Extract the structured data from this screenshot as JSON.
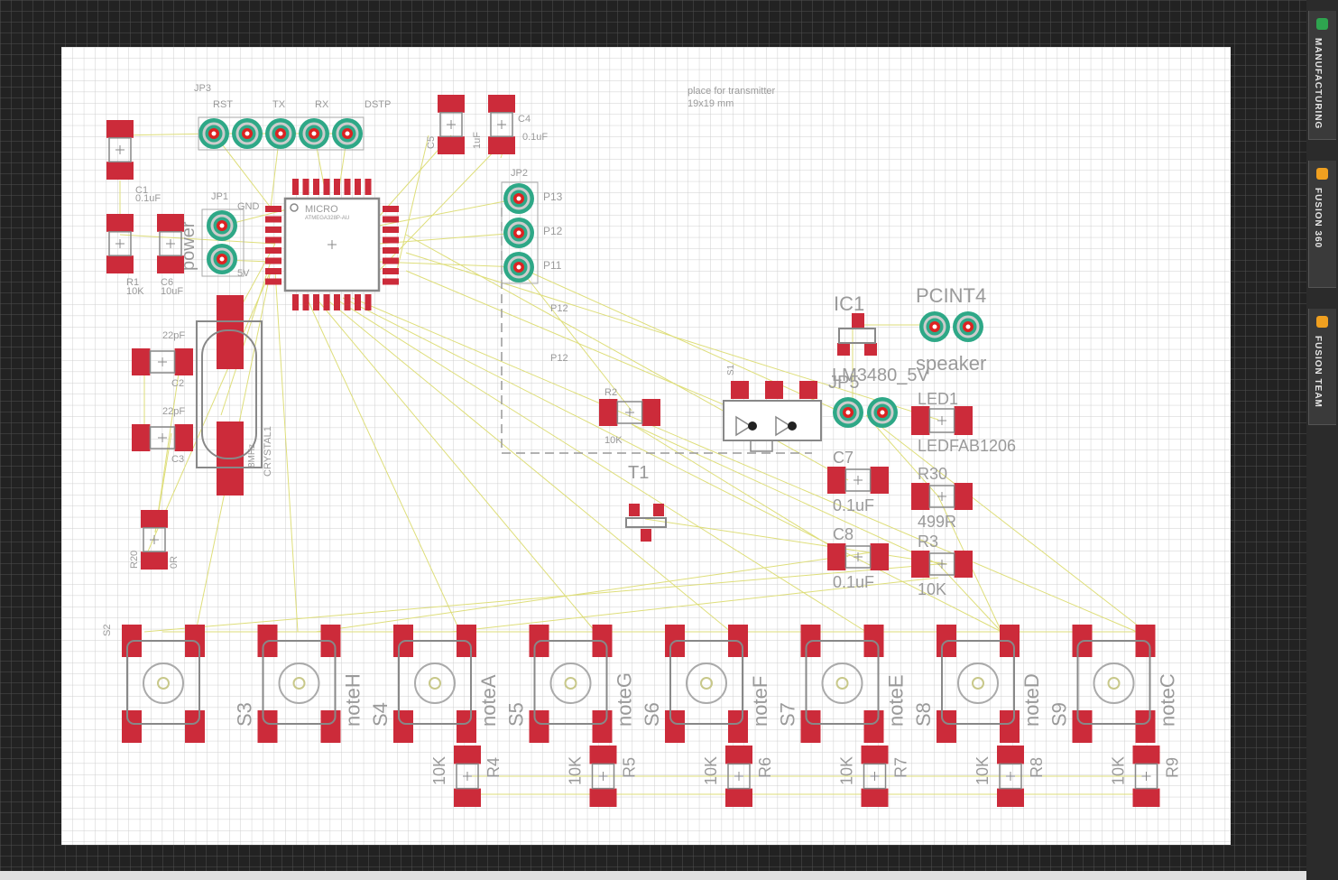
{
  "board": {
    "note_line1": "place for transmitter",
    "note_line2": "19x19 mm",
    "chip_name": "MICRO",
    "chip_part": "ATMEGA328P-AU",
    "power_label": "power",
    "crystal_label": "CRYSTAL1",
    "crystal_freq": "8MHz",
    "pcint_label": "PCINT4",
    "speaker_label": "speaker",
    "regulator_label": "LM3480_5V",
    "t1_label": "T1"
  },
  "silkscreen": [
    {
      "id": "jp3",
      "text": "JP3"
    },
    {
      "id": "rst",
      "text": "RST"
    },
    {
      "id": "tx",
      "text": "TX"
    },
    {
      "id": "rx",
      "text": "RX"
    },
    {
      "id": "dstp",
      "text": "DSTP"
    },
    {
      "id": "c4",
      "text": "C4"
    },
    {
      "id": "c4v",
      "text": "0.1uF"
    },
    {
      "id": "c5",
      "text": "C5"
    },
    {
      "id": "c5v",
      "text": "1uF"
    },
    {
      "id": "c1",
      "text": "C1"
    },
    {
      "id": "c1v",
      "text": "0.1uF"
    },
    {
      "id": "jp1",
      "text": "JP1"
    },
    {
      "id": "gnd",
      "text": "GND"
    },
    {
      "id": "5v",
      "text": "5V"
    },
    {
      "id": "r1",
      "text": "R1"
    },
    {
      "id": "r1v",
      "text": "10K"
    },
    {
      "id": "c6",
      "text": "C6"
    },
    {
      "id": "c6v",
      "text": "10uF"
    },
    {
      "id": "jp2",
      "text": "JP2"
    },
    {
      "id": "p13",
      "text": "P13"
    },
    {
      "id": "p12",
      "text": "P12"
    },
    {
      "id": "p11",
      "text": "P11"
    },
    {
      "id": "p12a",
      "text": "P12"
    },
    {
      "id": "p12b",
      "text": "P12"
    },
    {
      "id": "c2v",
      "text": "22pF"
    },
    {
      "id": "c2",
      "text": "C2"
    },
    {
      "id": "c3v",
      "text": "22pF"
    },
    {
      "id": "c3",
      "text": "C3"
    },
    {
      "id": "r20",
      "text": "R20"
    },
    {
      "id": "r20v",
      "text": "0R"
    },
    {
      "id": "r2",
      "text": "R2"
    },
    {
      "id": "r2v",
      "text": "10K"
    },
    {
      "id": "s1",
      "text": "S1"
    },
    {
      "id": "ic1",
      "text": "IC1"
    },
    {
      "id": "jp5",
      "text": "JP5"
    },
    {
      "id": "led1",
      "text": "LED1"
    },
    {
      "id": "ledfab",
      "text": "LEDFAB1206"
    },
    {
      "id": "c7",
      "text": "C7"
    },
    {
      "id": "c7v",
      "text": "0.1uF"
    },
    {
      "id": "r30",
      "text": "R30"
    },
    {
      "id": "r30v",
      "text": "499R"
    },
    {
      "id": "c8",
      "text": "C8"
    },
    {
      "id": "c8v",
      "text": "0.1uF"
    },
    {
      "id": "r3",
      "text": "R3"
    },
    {
      "id": "r3v",
      "text": "10K"
    },
    {
      "id": "s2",
      "text": "S2"
    }
  ],
  "switches": [
    {
      "ref": "",
      "note": ""
    },
    {
      "ref": "S3",
      "note": "noteH"
    },
    {
      "ref": "S4",
      "note": "noteA"
    },
    {
      "ref": "S5",
      "note": "noteG"
    },
    {
      "ref": "S6",
      "note": "noteF"
    },
    {
      "ref": "S7",
      "note": "noteE"
    },
    {
      "ref": "S8",
      "note": "noteD"
    },
    {
      "ref": "S9",
      "note": "noteC"
    }
  ],
  "resistors": [
    {
      "ref": "R4",
      "value": "10K"
    },
    {
      "ref": "R5",
      "value": "10K"
    },
    {
      "ref": "R6",
      "value": "10K"
    },
    {
      "ref": "R7",
      "value": "10K"
    },
    {
      "ref": "R8",
      "value": "10K"
    },
    {
      "ref": "R9",
      "value": "10K"
    }
  ],
  "side_panel": {
    "tabs": [
      {
        "label": "MANUFACTURING",
        "icon": "manufacturing-icon",
        "color": "#2ea44f"
      },
      {
        "label": "FUSION 360",
        "icon": "fusion-360-icon",
        "color": "#f0a020"
      },
      {
        "label": "FUSION TEAM",
        "icon": "fusion-team-icon",
        "color": "#f0a020"
      }
    ]
  },
  "colors": {
    "pad": "#cc2b3a",
    "via": "#2ea887",
    "airwire": "#dede7a",
    "grid": "#c8c8c8",
    "outline": "#888888"
  }
}
